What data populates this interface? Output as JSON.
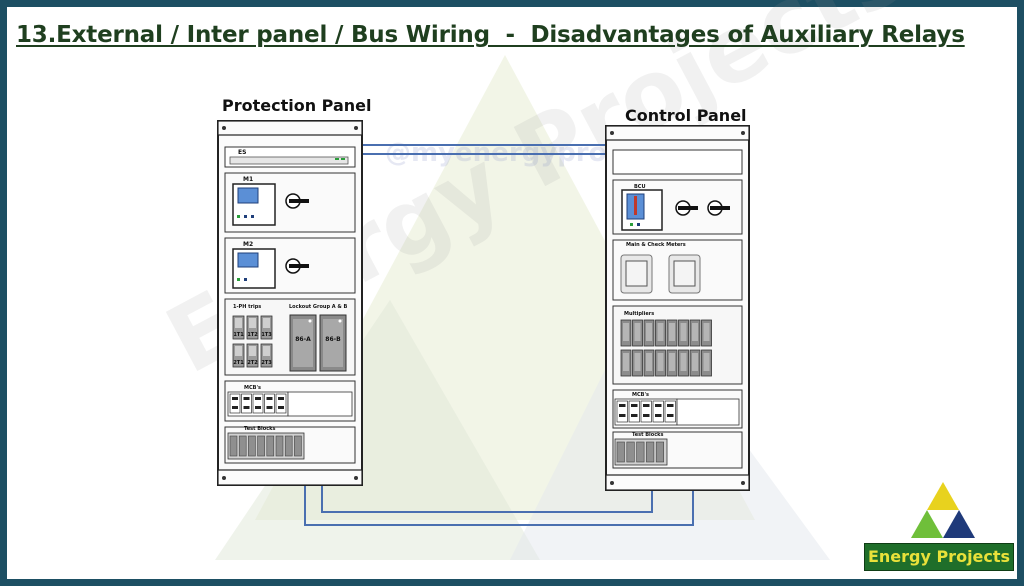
{
  "title": "13.External / Inter panel / Bus Wiring  -  Disadvantages of Auxiliary Relays",
  "watermark": {
    "handle": "@myenergyprojects",
    "brand": "Energy Projects"
  },
  "protection_panel": {
    "title": "Protection Panel",
    "es_label": "ES",
    "m1_label": "M1",
    "m2_label": "M2",
    "trips_label": "1-PH trips",
    "lockout_label": "Lockout Group A & B",
    "trip_relays": [
      "1T1",
      "1T2",
      "1T3",
      "2T1",
      "2T2",
      "2T3"
    ],
    "lockout_relays": [
      "86-A",
      "86-B"
    ],
    "mcb_label": "MCB's",
    "test_blocks_label": "Test Blocks"
  },
  "control_panel": {
    "title": "Control Panel",
    "bcu_label": "BCU",
    "meters_label": "Main & Check Meters",
    "multipliers_label": "Multipliers",
    "mcb_label": "MCB's",
    "test_blocks_label": "Test Blocks"
  },
  "logo": {
    "label": "Energy Projects"
  },
  "colors": {
    "frame": "#1d4f63",
    "title": "#1f3f1f",
    "wire": "#4a6fb0",
    "logo_bg": "#1f6e2a",
    "logo_text": "#e9e13a"
  }
}
